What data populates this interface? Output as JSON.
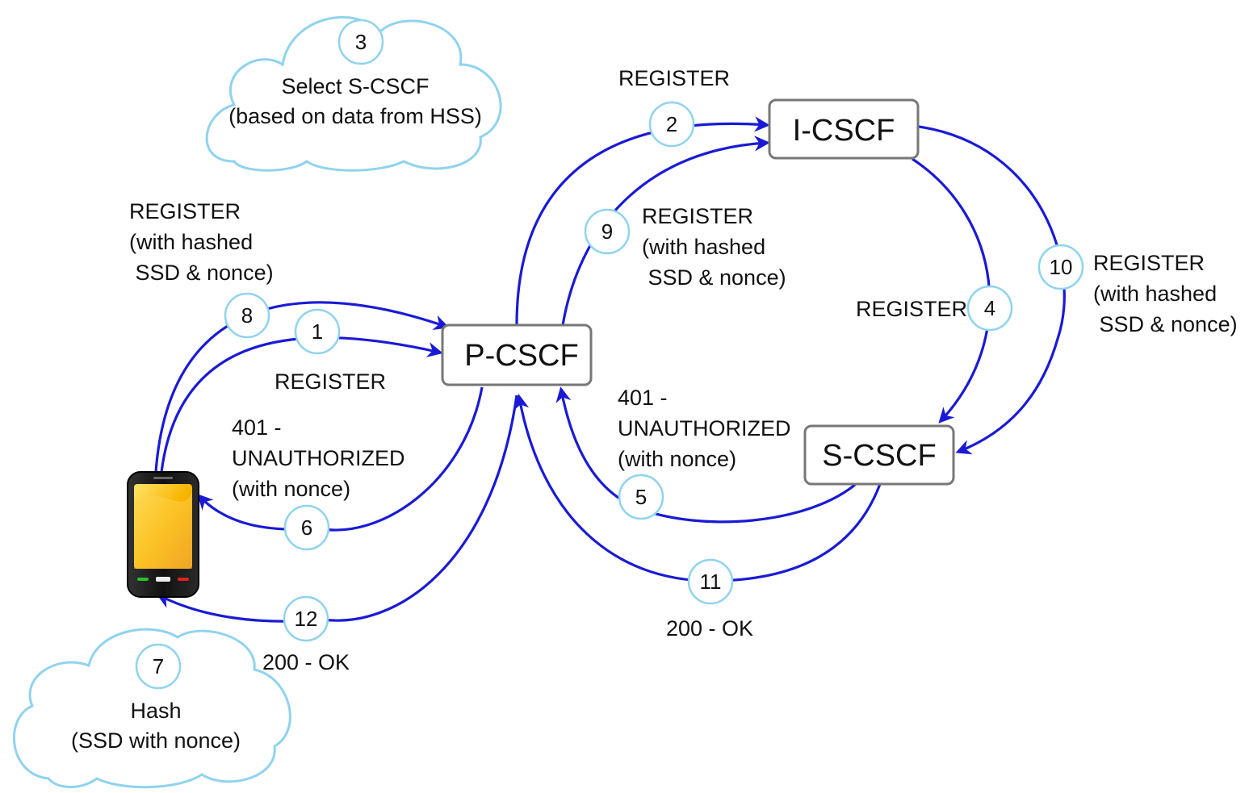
{
  "nodes": {
    "pcscf": "P-CSCF",
    "icscf": "I-CSCF",
    "scscf": "S-CSCF"
  },
  "steps": {
    "s1": "1",
    "s2": "2",
    "s3": "3",
    "s4": "4",
    "s5": "5",
    "s6": "6",
    "s7": "7",
    "s8": "8",
    "s9": "9",
    "s10": "10",
    "s11": "11",
    "s12": "12"
  },
  "messages": {
    "m1": [
      "REGISTER"
    ],
    "m2": [
      "REGISTER"
    ],
    "m4": [
      "REGISTER"
    ],
    "m5": [
      "401 -",
      "UNAUTHORIZED",
      "(with nonce)"
    ],
    "m6": [
      "401 -",
      "UNAUTHORIZED",
      "(with nonce)"
    ],
    "m8": [
      "REGISTER",
      "(with hashed",
      " SSD & nonce)"
    ],
    "m9": [
      "REGISTER",
      "(with hashed",
      " SSD & nonce)"
    ],
    "m10": [
      "REGISTER",
      "(with hashed",
      " SSD & nonce)"
    ],
    "m11": [
      "200 - OK"
    ],
    "m12": [
      "200 - OK"
    ]
  },
  "clouds": {
    "c3": [
      "Select S-CSCF",
      "(based on data from HSS)"
    ],
    "c7": [
      "Hash",
      "(SSD with nonce)"
    ]
  },
  "colors": {
    "arrow": "#1a1ad6",
    "cloud_stroke": "#8fd3ee",
    "cloud_fill": "#ffffff",
    "circle_stroke": "#8fd3ee",
    "box_stroke": "#777777",
    "phone_screen": "#f5a800"
  },
  "icons": {
    "device": "smartphone-icon"
  }
}
